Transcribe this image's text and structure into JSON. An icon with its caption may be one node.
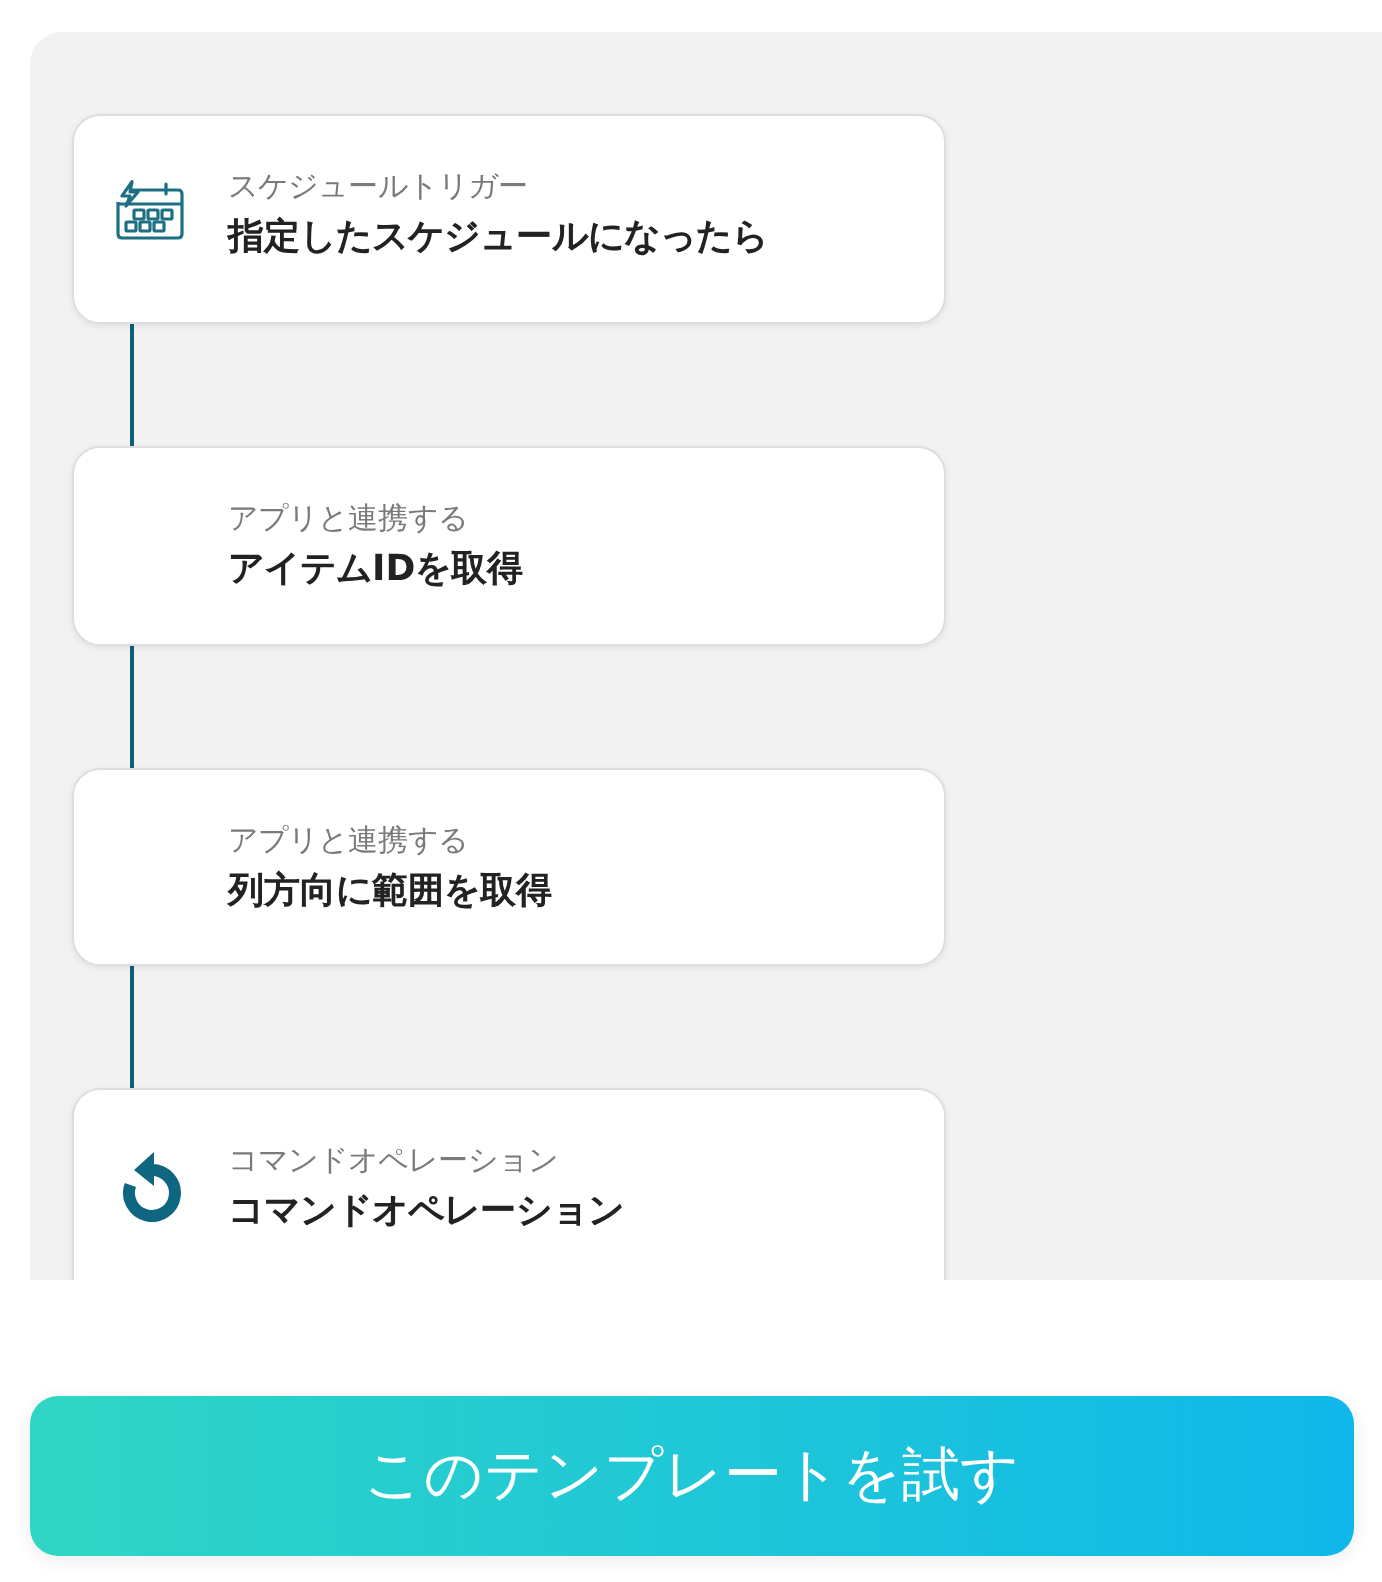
{
  "diagram": {
    "nodes": [
      {
        "text": [
          "スケジュールトリガー",
          "指定したスケジュールになったら"
        ]
      },
      {
        "text": [
          "アプリと連携する",
          "アイテムIDを取得"
        ]
      },
      {
        "text": [
          "アプリと連携する",
          "列方向に範囲を取得"
        ]
      },
      {
        "text": [
          "コマンドオペレーション",
          "コマンドオペレーション"
        ]
      }
    ],
    "edges": [
      {
        "from": 0,
        "to": 1,
        "arrow": "none"
      },
      {
        "from": 1,
        "to": 2,
        "arrow": "none"
      },
      {
        "from": 2,
        "to": 3,
        "arrow": "none"
      }
    ],
    "labels": [
      "このテンプレートを試す"
    ]
  }
}
